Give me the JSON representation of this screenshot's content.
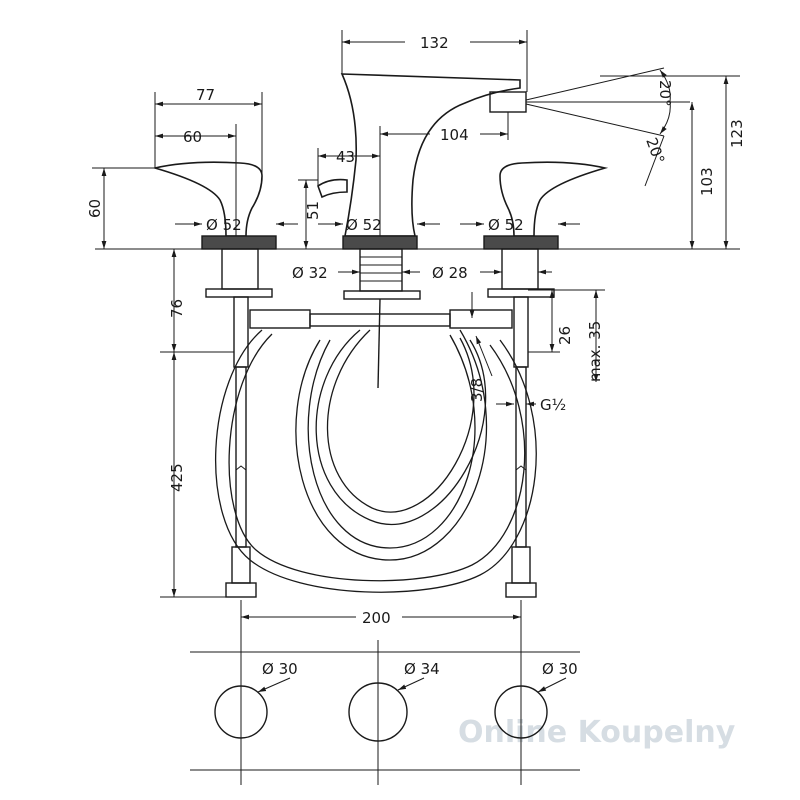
{
  "diagram": {
    "dimensions": {
      "spout_width": "132",
      "spout_base_to_aerator": "104",
      "spout_outlet": "43",
      "spout_drop": "51",
      "handle_width": "77",
      "handle_lever": "60",
      "handle_height": "60",
      "left_base_dia": "Ø 52",
      "center_base_dia": "Ø 52",
      "right_base_dia": "Ø 52",
      "center_shank_dia": "Ø 32",
      "side_shank_dia": "Ø 28",
      "angle_upper": "20°",
      "angle_lower": "20°",
      "height_103": "103",
      "height_123": "123",
      "shank_76": "76",
      "hose_425": "425",
      "thread_26": "26",
      "max_35": "max. 35",
      "thread_3_8": "3/8",
      "connection_g": "G½",
      "spacing_200": "200",
      "hole_left": "Ø 30",
      "hole_center": "Ø 34",
      "hole_right": "Ø 30"
    },
    "watermark": "Online Koupelny"
  }
}
